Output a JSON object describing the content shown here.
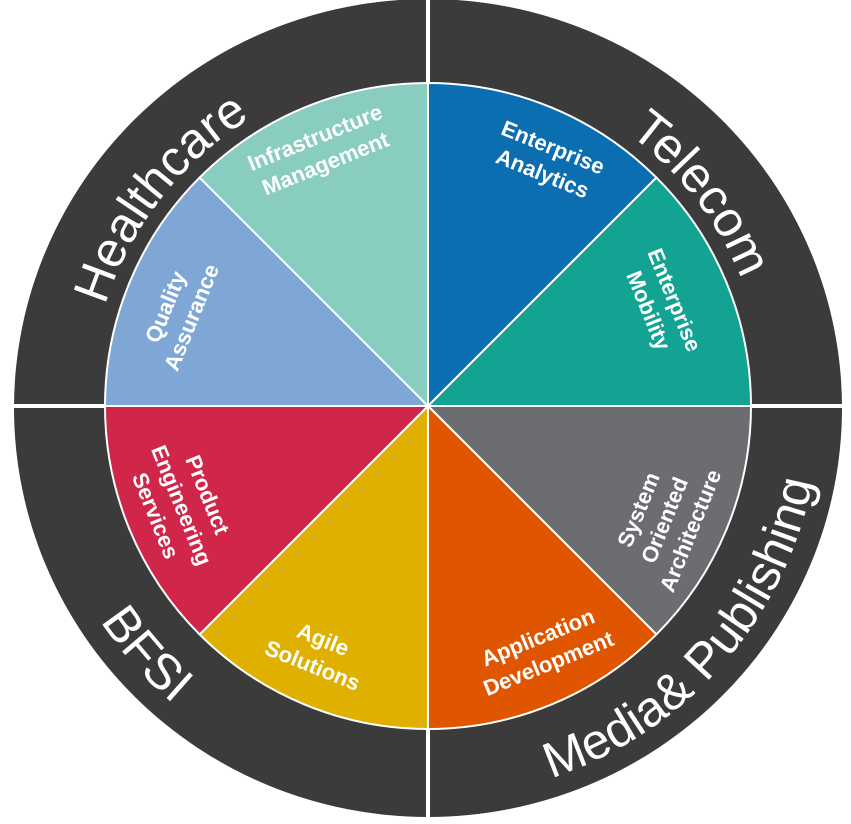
{
  "diagram": {
    "ring_color": "#3b3b3b",
    "divider_color": "#ffffff",
    "industries": [
      {
        "label": "Healthcare"
      },
      {
        "label": "Telecom"
      },
      {
        "label": "BFSI"
      },
      {
        "label": "Media& Publishing"
      }
    ],
    "segments": [
      {
        "lines": [
          "Enterprise",
          "Analytics"
        ],
        "color": "#0a6eb0"
      },
      {
        "lines": [
          "Enterprise",
          "Mobility"
        ],
        "color": "#13a393"
      },
      {
        "lines": [
          "System",
          "Oriented",
          "Architecture"
        ],
        "color": "#6c6d71"
      },
      {
        "lines": [
          "Application",
          "Development"
        ],
        "color": "#e05600"
      },
      {
        "lines": [
          "Agile",
          "Solutions"
        ],
        "color": "#dfb000"
      },
      {
        "lines": [
          "Product",
          "Engineering",
          "Services"
        ],
        "color": "#d0264a"
      },
      {
        "lines": [
          "Quality",
          "Assurance"
        ],
        "color": "#7fa7d6"
      },
      {
        "lines": [
          "Infrastructure",
          "Management"
        ],
        "color": "#88cdc0"
      }
    ]
  }
}
